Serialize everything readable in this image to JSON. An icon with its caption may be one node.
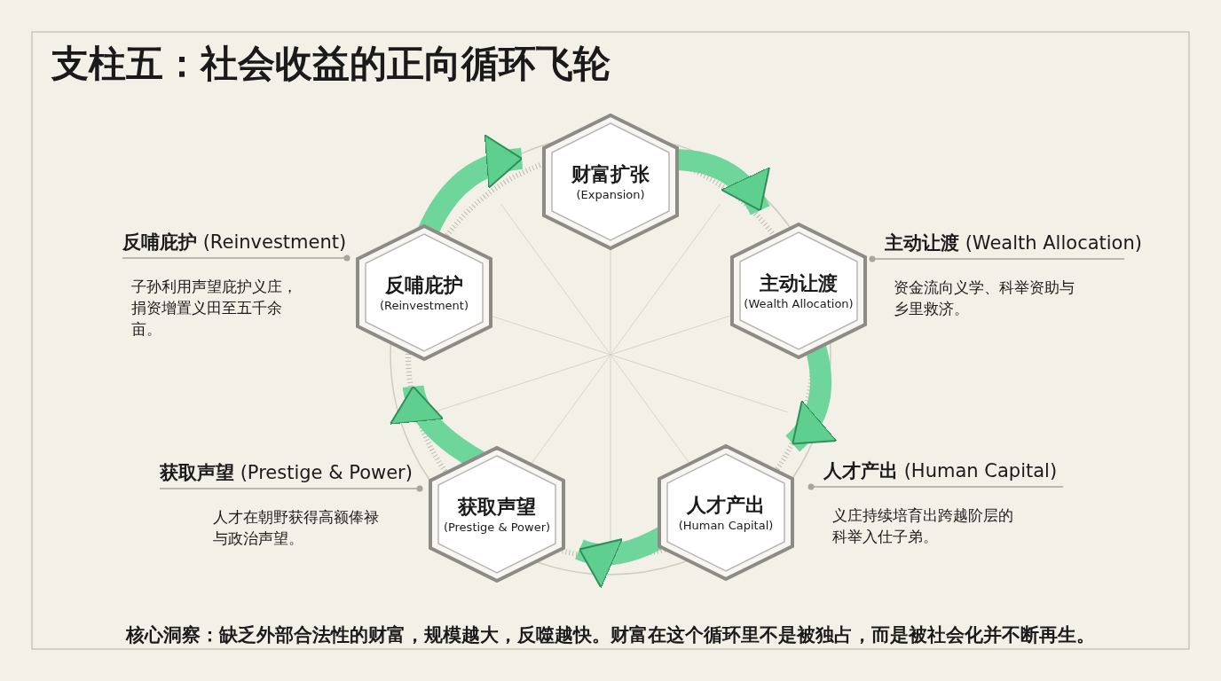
{
  "diagram": {
    "title": "支柱五：社会收益的正向循环飞轮",
    "nodes": [
      {
        "text": [
          "财富扩张",
          "(Expansion)"
        ]
      },
      {
        "text": [
          "主动让渡",
          "(Wealth Allocation)"
        ],
        "beside": [
          "**主动让渡** (Wealth Allocation)",
          "资金流向义学、科举资助与乡里救济。"
        ]
      },
      {
        "text": [
          "人才产出",
          "(Human Capital)"
        ],
        "beside": [
          "**人才产出** (Human Capital)",
          "义庄持续培育出跨越阶层的科举入仕子弟。"
        ]
      },
      {
        "text": [
          "获取声望",
          "(Prestige & Power)"
        ],
        "beside": [
          "**获取声望** (Prestige & Power)",
          "人才在朝野获得高额俸禄与政治声望。"
        ]
      },
      {
        "text": [
          "反哺庇护",
          "(Reinvestment)"
        ],
        "beside": [
          "**反哺庇护** (Reinvestment)",
          "子孙利用声望庇护义庄，捐资增置义田至五千余亩。"
        ]
      }
    ],
    "edges": [
      {
        "from": 0,
        "to": 1,
        "arrow": "to"
      },
      {
        "from": 1,
        "to": 2,
        "arrow": "to"
      },
      {
        "from": 2,
        "to": 3,
        "arrow": "to"
      },
      {
        "from": 3,
        "to": 4,
        "arrow": "to"
      },
      {
        "from": 4,
        "to": 0,
        "arrow": "to"
      }
    ],
    "caption": "核心洞察：缺乏外部合法性的财富，规模越大，反噬越快。财富在这个循环里不是被独占，而是被社会化并不断再生。"
  }
}
